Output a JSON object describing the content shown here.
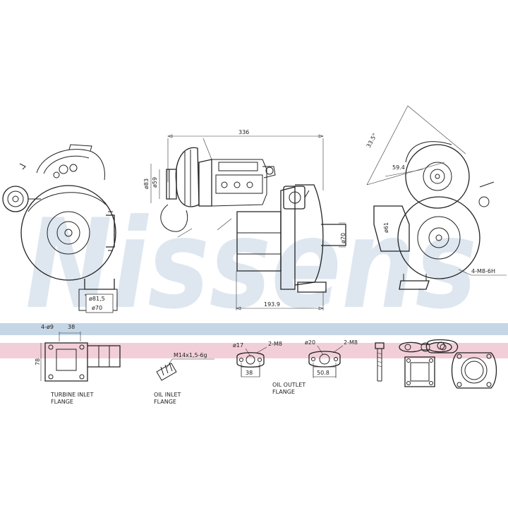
{
  "watermark": "Nissens",
  "colors": {
    "blue_band": "#c5d7e6",
    "pink_band": "#f2cfd8",
    "watermark": "#d4e0ec",
    "line": "#222222"
  },
  "main_view": {
    "length_top": "336",
    "dia_83": "ø83",
    "dia_59": "ø59",
    "length_bottom": "193.9",
    "dia_70": "ø70"
  },
  "left_view": {
    "dia_81_5": "ø81,5",
    "dia_70": "ø70"
  },
  "right_view": {
    "angle_33_5": "33.5°",
    "dia_59_4": "59.4",
    "dia_61": "ø61",
    "bolts": "4-M8-6H"
  },
  "turbine_inlet": {
    "holes": "4-ø9",
    "spacing": "38",
    "height": "78",
    "caption_1": "TURBINE INLET",
    "caption_2": "FLANGE"
  },
  "oil_inlet": {
    "thread": "M14x1,5-6g",
    "caption_1": "OIL INLET",
    "caption_2": "FLANGE"
  },
  "oil_outlet_small": {
    "dia": "ø17",
    "bolts": "2-M8",
    "spacing": "38"
  },
  "oil_outlet_large": {
    "dia": "ø20",
    "bolts": "2-M8",
    "spacing": "50.8",
    "caption_1": "OIL OUTLET",
    "caption_2": "FLANGE"
  }
}
